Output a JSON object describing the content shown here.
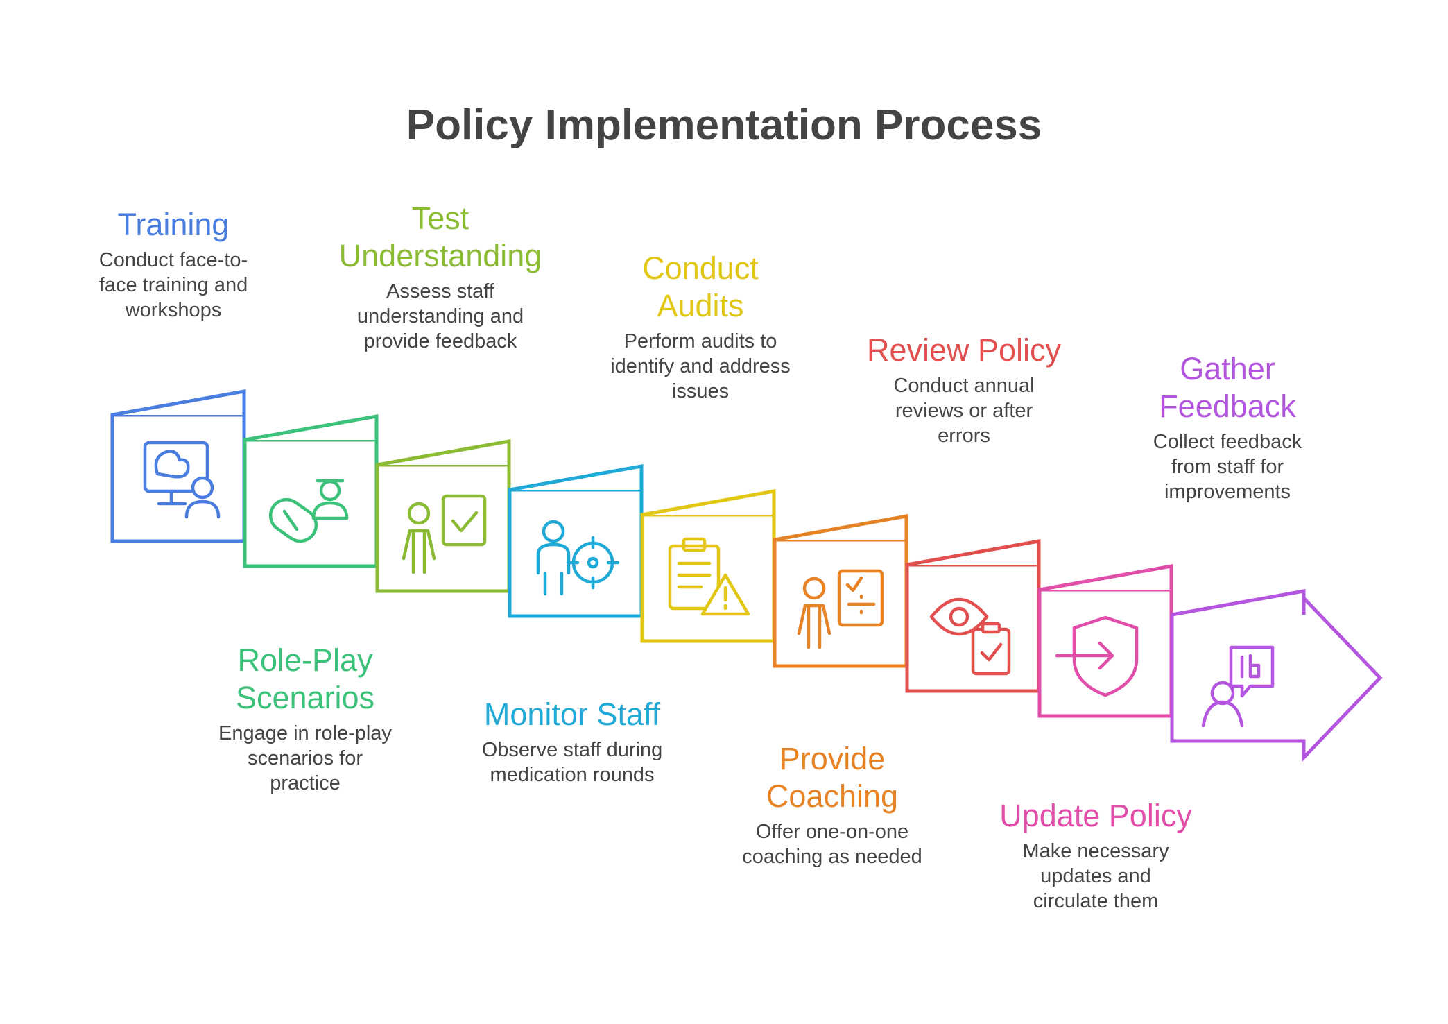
{
  "title": "Policy Implementation Process",
  "steps": [
    {
      "title": "Training",
      "description": "Conduct face-to-\nface training and\nworkshops",
      "color": "#4a7de0",
      "icon": "presentation-icon"
    },
    {
      "title": "Role-Play\nScenarios",
      "description": "Engage in role-play\nscenarios for\npractice",
      "color": "#3cc17a",
      "icon": "pill-person-icon"
    },
    {
      "title": "Test\nUnderstanding",
      "description": "Assess staff\nunderstanding and\nprovide feedback",
      "color": "#8bbb33",
      "icon": "person-checkmark-icon"
    },
    {
      "title": "Monitor Staff",
      "description": "Observe staff during\nmedication rounds",
      "color": "#1ea9d6",
      "icon": "person-target-icon"
    },
    {
      "title": "Conduct\nAudits",
      "description": "Perform audits to\nidentify and address\nissues",
      "color": "#e2c614",
      "icon": "clipboard-warning-icon"
    },
    {
      "title": "Provide\nCoaching",
      "description": "Offer one-on-one\ncoaching as needed",
      "color": "#e78324",
      "icon": "coach-board-icon"
    },
    {
      "title": "Review Policy",
      "description": "Conduct annual\nreviews or after\nerrors",
      "color": "#e24f4f",
      "icon": "eye-clipboard-icon"
    },
    {
      "title": "Update Policy",
      "description": "Make necessary\nupdates and\ncirculate them",
      "color": "#e04eaa",
      "icon": "shield-enter-icon"
    },
    {
      "title": "Gather\nFeedback",
      "description": "Collect feedback\nfrom staff for\nimprovements",
      "color": "#b455e0",
      "icon": "person-chat-icon"
    }
  ]
}
